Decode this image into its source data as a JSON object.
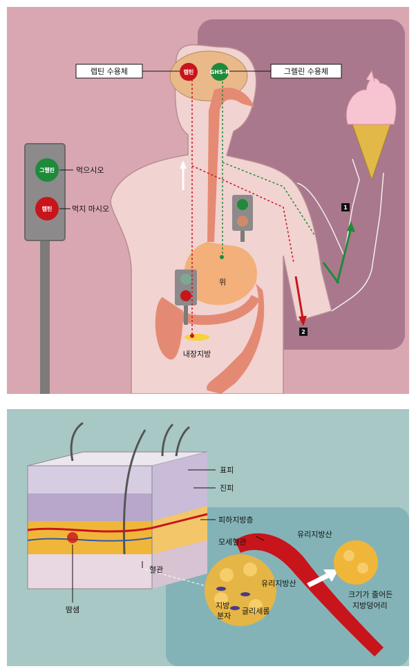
{
  "top": {
    "leptin_receptor": "렙틴 수용체",
    "ghrelin_receptor": "그렐린 수용체",
    "brain_left_text": "렙틴",
    "brain_right_text": "GHS-R",
    "green_light": "그렐린",
    "green_light_caption": "먹으시오",
    "red_light": "렙틴",
    "red_light_caption": "먹지 마시오",
    "stomach": "위",
    "visceral_fat": "내장지방",
    "marker_1": "1",
    "marker_2": "2",
    "colors": {
      "background": "#d9a7b2",
      "body": "#f1d3d1",
      "panel": "#a9788c",
      "green": "#1f8a3a",
      "red": "#c8141b"
    }
  },
  "bottom": {
    "epidermis": "표피",
    "dermis": "진피",
    "subcutaneous": "피하지방층",
    "capillary": "모세혈관",
    "free_fatty_acid_top": "유리지방산",
    "free_fatty_acid_mid": "유리지방산",
    "blood_vessel": "혈관",
    "sweat_gland": "땀샘",
    "fat_molecule_1": "지방",
    "fat_molecule_2": "분자",
    "glycerol": "글리세롤",
    "shrunk_1": "크기가 줄어든",
    "shrunk_2": "지방덩어리",
    "colors": {
      "background": "#a8c8c6",
      "inset": "#84b3b7",
      "fat": "#f0b63a",
      "vessel": "#c8141b"
    }
  }
}
